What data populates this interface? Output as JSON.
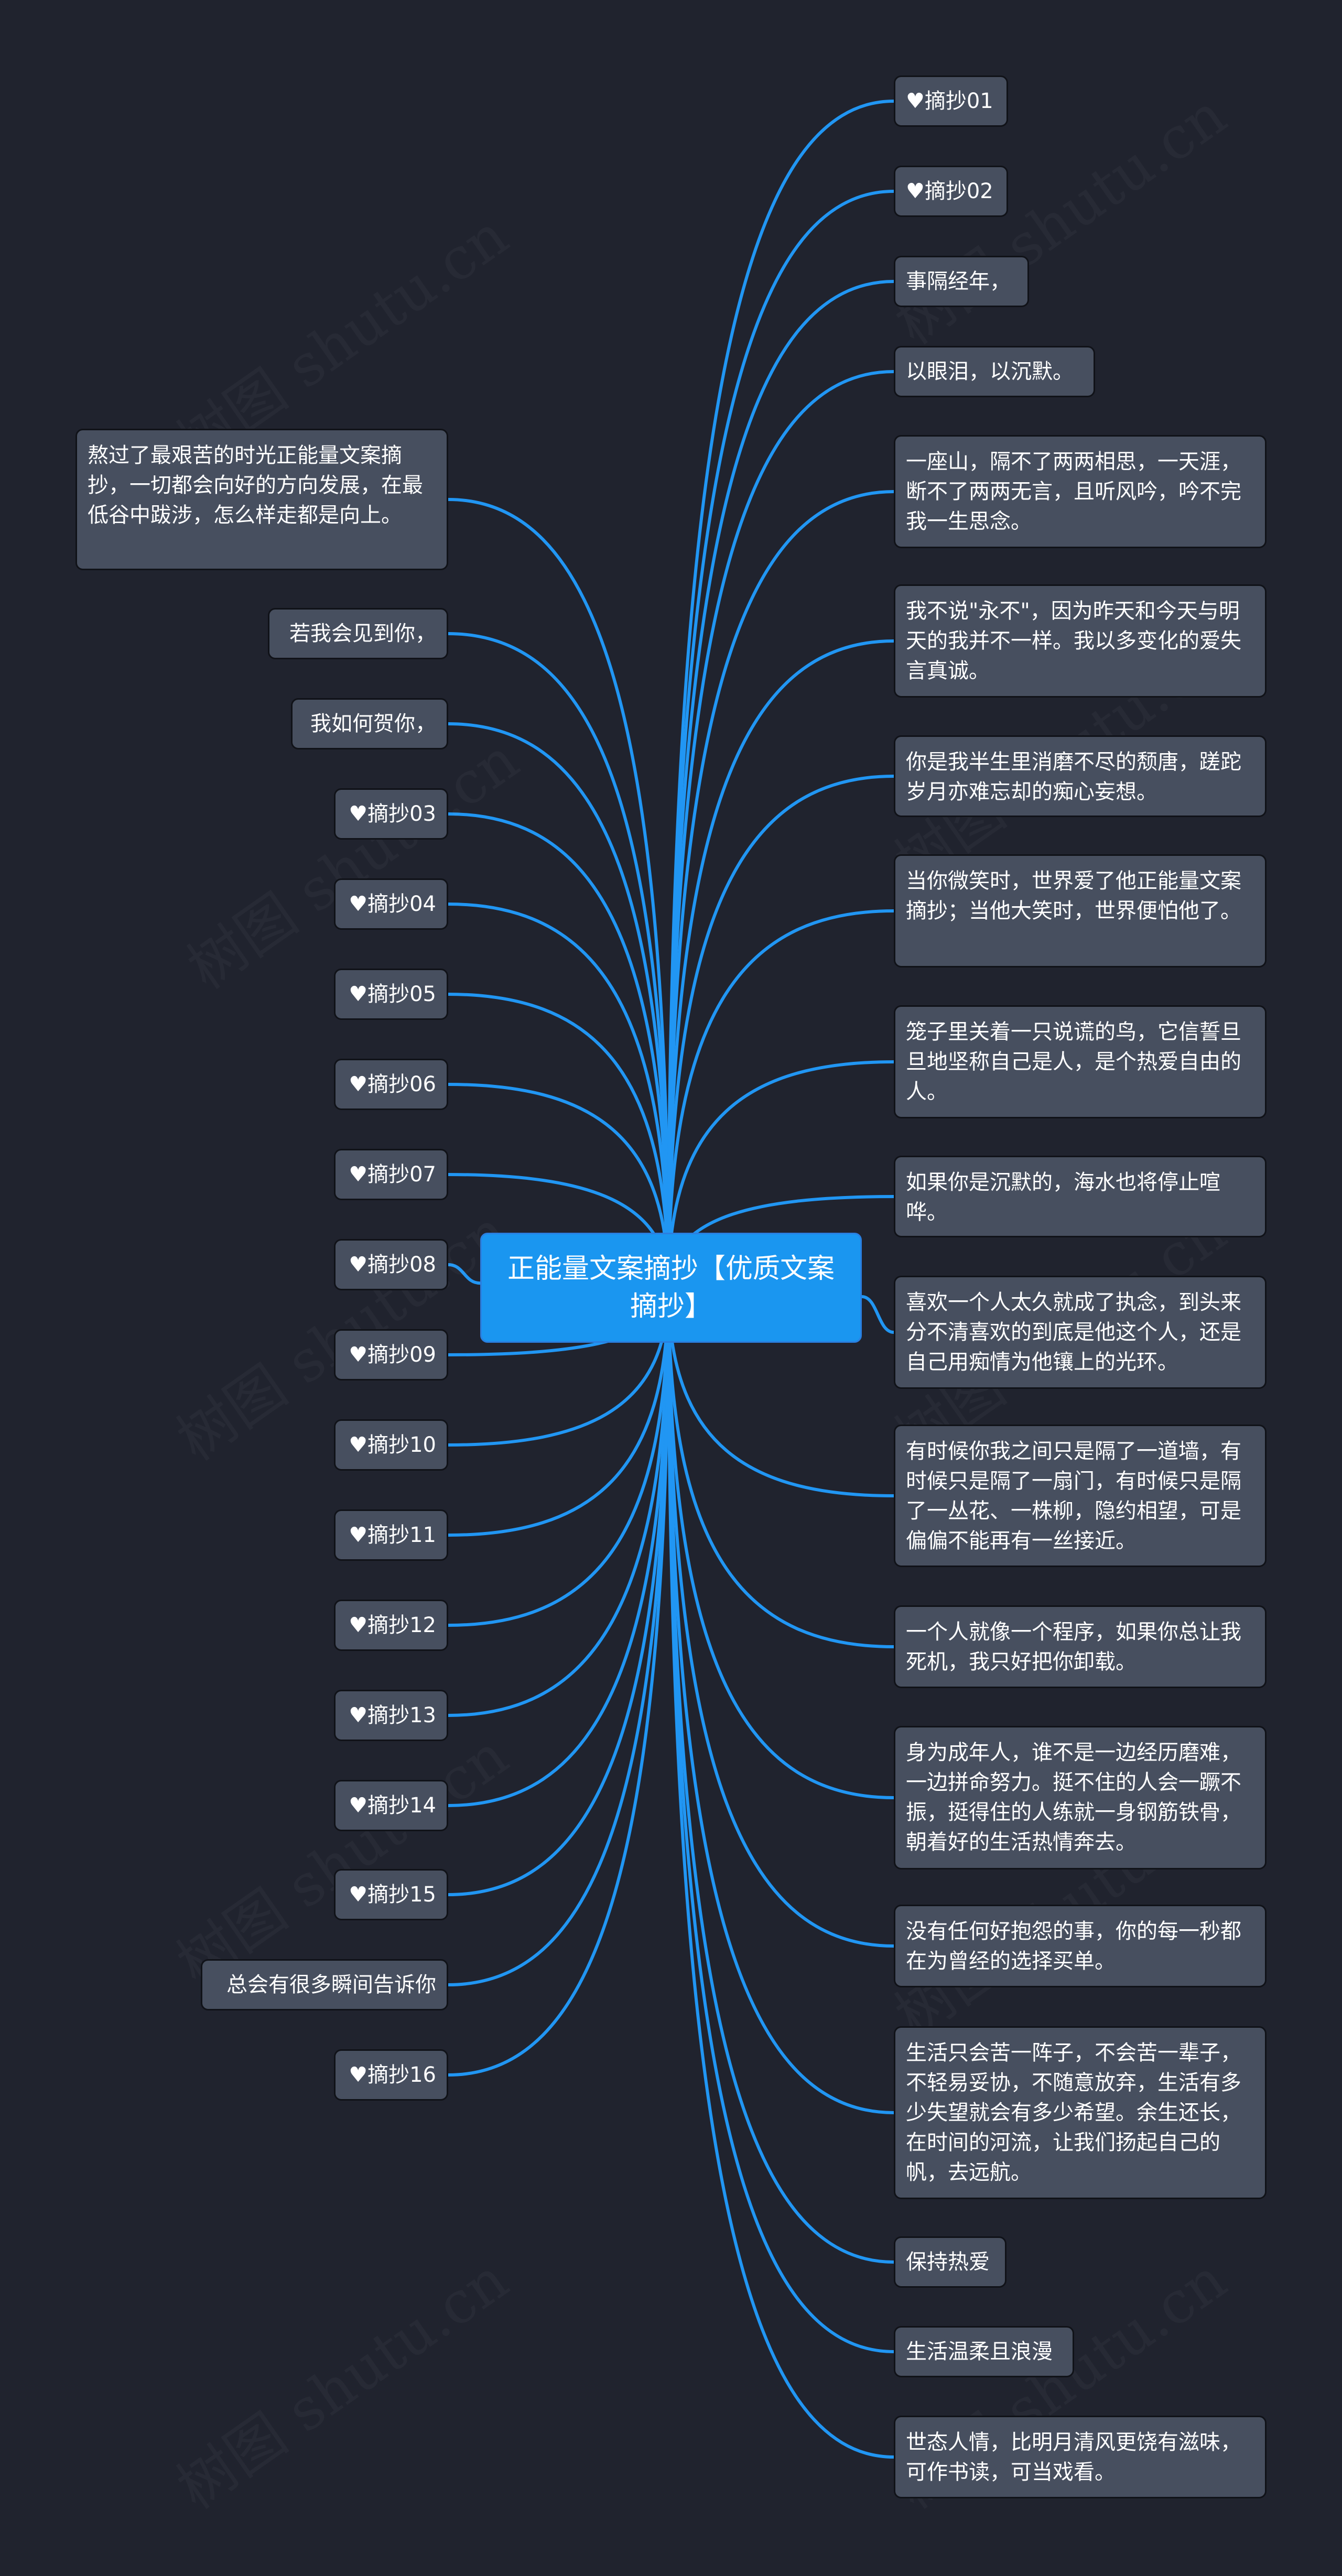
{
  "root": {
    "title": "正能量文案摘抄【优质文案摘抄】"
  },
  "watermark": "树图 shutu.cn",
  "colors": {
    "background": "#20232e",
    "root_fill": "#1a96f0",
    "node_fill": "#474f5f",
    "connector": "#2196f3",
    "text": "#ffffff"
  },
  "left_nodes": [
    "熬过了最艰苦的时光正能量文案摘抄，一切都会向好的方向发展，在最低谷中跋涉，怎么样走都是向上。",
    "若我会见到你，",
    "我如何贺你，",
    "♥摘抄03",
    "♥摘抄04",
    "♥摘抄05",
    "♥摘抄06",
    "♥摘抄07",
    "♥摘抄08",
    "♥摘抄09",
    "♥摘抄10",
    "♥摘抄11",
    "♥摘抄12",
    "♥摘抄13",
    "♥摘抄14",
    "♥摘抄15",
    "总会有很多瞬间告诉你",
    "♥摘抄16"
  ],
  "right_nodes": [
    "♥摘抄01",
    "♥摘抄02",
    "事隔经年，",
    "以眼泪，以沉默。",
    "一座山，隔不了两两相思，一天涯，断不了两两无言，且听风吟，吟不完我一生思念。",
    "我不说\"永不\"，因为昨天和今天与明天的我并不一样。我以多变化的爱失言真诚。",
    "你是我半生里消磨不尽的颓唐，蹉跎岁月亦难忘却的痴心妄想。",
    "当你微笑时，世界爱了他正能量文案摘抄；当他大笑时，世界便怕他了。",
    "笼子里关着一只说谎的鸟，它信誓旦旦地坚称自己是人，是个热爱自由的人。",
    "如果你是沉默的，海水也将停止喧哗。",
    "喜欢一个人太久就成了执念，到头来分不清喜欢的到底是他这个人，还是自己用痴情为他镶上的光环。",
    "有时候你我之间只是隔了一道墙，有时候只是隔了一扇门，有时候只是隔了一丛花、一株柳，隐约相望，可是偏偏不能再有一丝接近。",
    "一个人就像一个程序，如果你总让我死机，我只好把你卸载。",
    "身为成年人，谁不是一边经历磨难，一边拼命努力。挺不住的人会一蹶不振，挺得住的人练就一身钢筋铁骨，朝着好的生活热情奔去。",
    "没有任何好抱怨的事，你的每一秒都在为曾经的选择买单。",
    "生活只会苦一阵子，不会苦一辈子，不轻易妥协，不随意放弃，生活有多少失望就会有多少希望。余生还长，在时间的河流，让我们扬起自己的帆，去远航。",
    "保持热爱",
    "生活温柔且浪漫",
    "世态人情，比明月清风更饶有滋味，可作书读，可当戏看。"
  ]
}
